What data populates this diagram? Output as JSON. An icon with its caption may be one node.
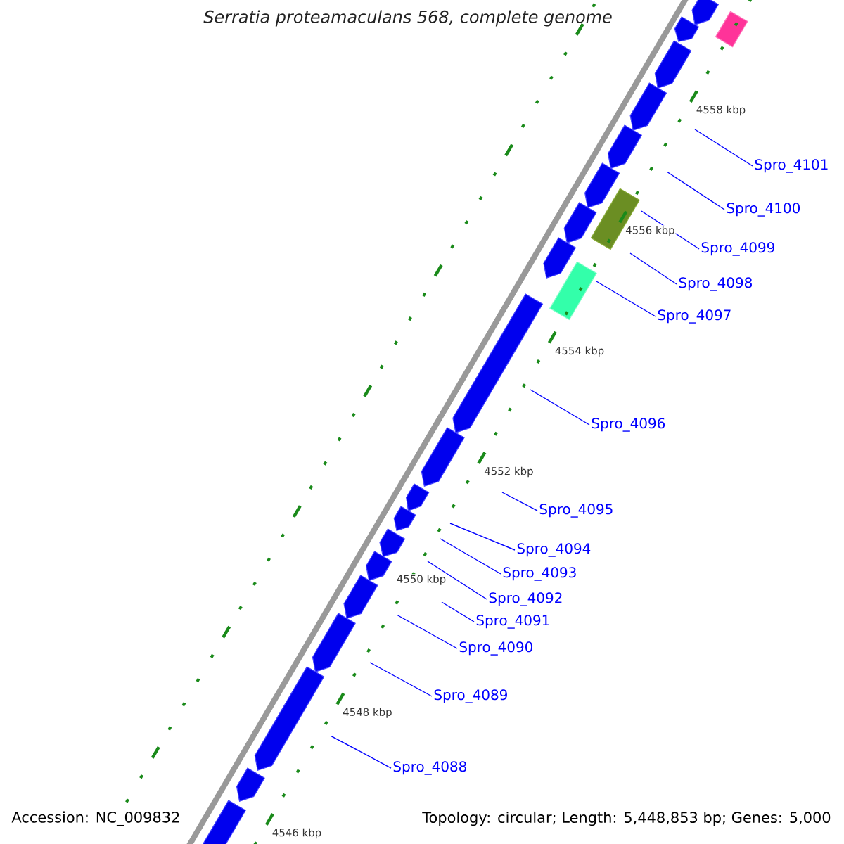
{
  "diagram": {
    "title": "Serratia proteamaculans 568, complete genome",
    "nodes": [
      {
        "text": [
          "Spro_4101"
        ]
      },
      {
        "text": [
          "Spro_4100"
        ]
      },
      {
        "text": [
          "Spro_4099"
        ]
      },
      {
        "text": [
          "Spro_4098"
        ]
      },
      {
        "text": [
          "Spro_4097"
        ]
      },
      {
        "text": [
          "Spro_4096"
        ]
      },
      {
        "text": [
          "Spro_4095"
        ]
      },
      {
        "text": [
          "Spro_4094"
        ]
      },
      {
        "text": [
          "Spro_4093"
        ]
      },
      {
        "text": [
          "Spro_4092"
        ]
      },
      {
        "text": [
          "Spro_4091"
        ]
      },
      {
        "text": [
          "Spro_4090"
        ]
      },
      {
        "text": [
          "Spro_4089"
        ]
      },
      {
        "text": [
          "Spro_4088"
        ]
      }
    ],
    "edges": [
      {
        "from": 0,
        "to": null,
        "arrow": "none"
      },
      {
        "from": 1,
        "to": null,
        "arrow": "none"
      },
      {
        "from": 2,
        "to": null,
        "arrow": "none"
      },
      {
        "from": 3,
        "to": null,
        "arrow": "none"
      },
      {
        "from": 4,
        "to": null,
        "arrow": "none"
      },
      {
        "from": 5,
        "to": null,
        "arrow": "none"
      },
      {
        "from": 6,
        "to": null,
        "arrow": "none"
      },
      {
        "from": 7,
        "to": null,
        "arrow": "none"
      },
      {
        "from": 8,
        "to": null,
        "arrow": "none"
      },
      {
        "from": 9,
        "to": null,
        "arrow": "none"
      },
      {
        "from": 10,
        "to": null,
        "arrow": "none"
      },
      {
        "from": 11,
        "to": null,
        "arrow": "none"
      },
      {
        "from": 12,
        "to": null,
        "arrow": "none"
      },
      {
        "from": 13,
        "to": null,
        "arrow": "none"
      }
    ],
    "labels": [
      "4558 kbp",
      "4556 kbp",
      "4554 kbp",
      "4552 kbp",
      "4550 kbp",
      "4548 kbp",
      "4546 kbp",
      "Accession: NC_009832",
      "Topology: circular; Length: 5,448,853 bp; Genes: 5,000"
    ]
  }
}
